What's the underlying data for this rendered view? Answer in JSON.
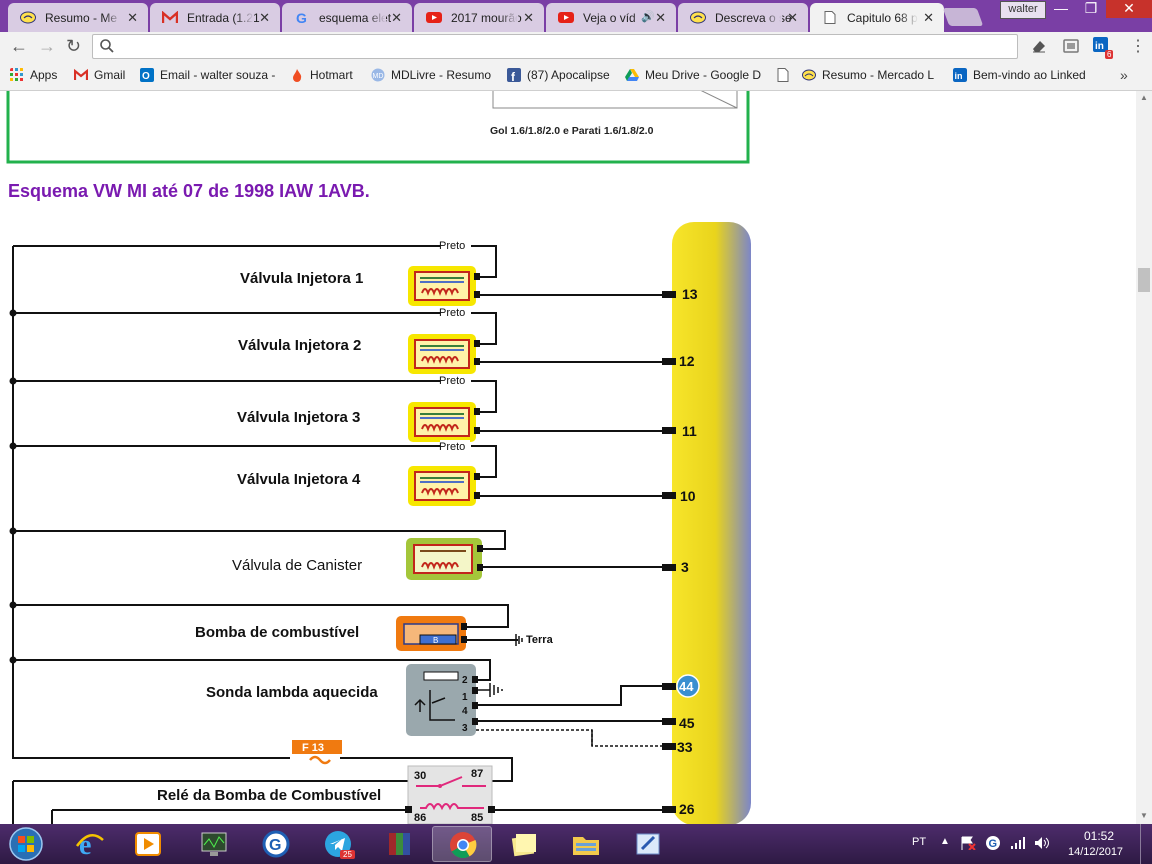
{
  "browser": {
    "tabs": [
      {
        "title": "Resumo - Me",
        "icon": "mercadolivre-icon"
      },
      {
        "title": "Entrada (1.21",
        "icon": "gmail-icon"
      },
      {
        "title": "esquema elet",
        "icon": "google-icon"
      },
      {
        "title": "2017 mourão",
        "icon": "youtube-icon"
      },
      {
        "title": "Veja o víd",
        "icon": "youtube-icon"
      },
      {
        "title": "Descreva o se",
        "icon": "mercadolivre-icon"
      },
      {
        "title": "Capitulo 68 p",
        "icon": "page-icon"
      }
    ],
    "active_tab_index": 6,
    "user_label": "walter",
    "address": "",
    "extensions": {
      "linkedin_badge": "6"
    }
  },
  "bookmarks": [
    {
      "label": "Apps",
      "icon": "apps-grid-icon"
    },
    {
      "label": "Gmail",
      "icon": "gmail-icon"
    },
    {
      "label": "Email - walter souza -",
      "icon": "outlook-icon"
    },
    {
      "label": "Hotmart",
      "icon": "hotmart-icon"
    },
    {
      "label": "MDLivre - Resumo",
      "icon": "mdlivre-icon"
    },
    {
      "label": "(87) Apocalipse",
      "icon": "facebook-icon"
    },
    {
      "label": "Meu Drive - Google D",
      "icon": "drive-icon"
    },
    {
      "label": "",
      "icon": "page-icon"
    },
    {
      "label": "Resumo - Mercado L",
      "icon": "mercadolivre-icon"
    },
    {
      "label": "Bem-vindo ao Linked",
      "icon": "linkedin-icon"
    }
  ],
  "page": {
    "prev_figure_caption": "Gol 1.6/1.8/2.0 e Parati 1.6/1.8/2.0",
    "heading": "Esquema VW MI até 07 de 1998 IAW 1AVB.",
    "diagram": {
      "components": [
        {
          "label": "Válvula Injetora 1",
          "ground_label": "Preto",
          "pin": "13"
        },
        {
          "label": "Válvula Injetora 2",
          "ground_label": "Preto",
          "pin": "12"
        },
        {
          "label": "Válvula Injetora 3",
          "ground_label": "Preto",
          "pin": "11"
        },
        {
          "label": "Válvula Injetora 4",
          "ground_label": "Preto",
          "pin": "10"
        },
        {
          "label": "Válvula de Canister",
          "pin": "3"
        },
        {
          "label": "Bomba de combustível",
          "ground_label": "Terra",
          "symbol": "B"
        },
        {
          "label": "Sonda lambda aquecida",
          "terminals": [
            "2",
            "1",
            "4",
            "3"
          ],
          "pins": [
            "44",
            "45",
            "33"
          ]
        },
        {
          "label": "Relé da Bomba de Combustível",
          "terminals": [
            "30",
            "87",
            "86",
            "85"
          ],
          "pin": "26"
        }
      ],
      "fuse_label": "F 13"
    }
  },
  "taskbar": {
    "language": "PT",
    "time": "01:52",
    "date": "14/12/2017",
    "telegram_badge": "25"
  },
  "colors": {
    "tabbar": "#7a3fa5",
    "heading": "#7a1ab0",
    "border_green": "#22b14c",
    "connector_yellow": "#f0d81e",
    "connector_blue": "#7c86c8",
    "pump_orange": "#f07a10",
    "canister_green": "#a4c63a",
    "lambda_gray": "#9aa8ad",
    "pin_blue": "#3a8fd0"
  }
}
